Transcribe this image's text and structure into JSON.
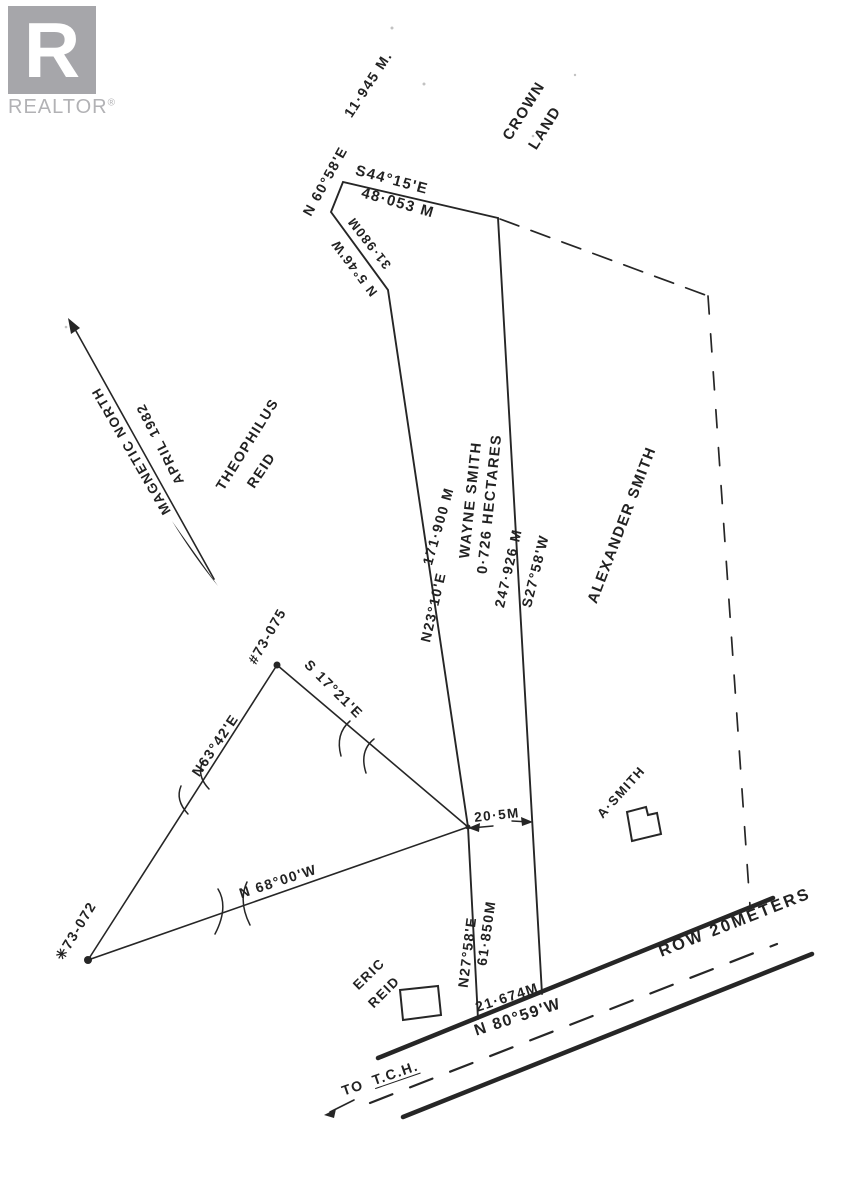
{
  "logo": {
    "letter": "R",
    "brand": "REALTOR",
    "registered": "®"
  },
  "north_arrow": {
    "label": "MAGNETIC NORTH",
    "date": "APRIL 1982"
  },
  "owners": {
    "crown_land_line1": "CROWN",
    "crown_land_line2": "LAND",
    "theophilus_line1": "THEOPHILUS",
    "theophilus_line2": "REID",
    "alexander": "ALEXANDER SMITH",
    "wayne_name": "WAYNE SMITH",
    "wayne_area": "0·726 HECTARES",
    "a_smith": "A·SMITH",
    "eric_line1": "ERIC",
    "eric_line2": "REID"
  },
  "bearings": {
    "n60_58e": "N 60°58'E",
    "d11_945": "11·945 M.",
    "s44_15e": "S44°15'E",
    "d48_053": "48·053 M",
    "n5_46w": "N 5°46'W",
    "d31_980": "31·980M",
    "n23_10e": "N23°10'E",
    "d171_900": "171·900 M",
    "s27_58w": "S27°58'W",
    "d247_926": "247·926 M",
    "n27_58e": "N27°58'E",
    "d61_850": "61·850M",
    "n80_59w": "N 80°59'W",
    "d21_674": "21·674M",
    "n63_42e": "N63°42'E",
    "s17_21e": "S 17°21'E",
    "n68_00w": "N 68°00'W",
    "d20_5": "20·5M"
  },
  "markers": {
    "pin_75": "#73-075",
    "pin_72": "✳73-072"
  },
  "road": {
    "row": "ROW 20METERS",
    "to": "TO",
    "tch": "T.C.H."
  }
}
